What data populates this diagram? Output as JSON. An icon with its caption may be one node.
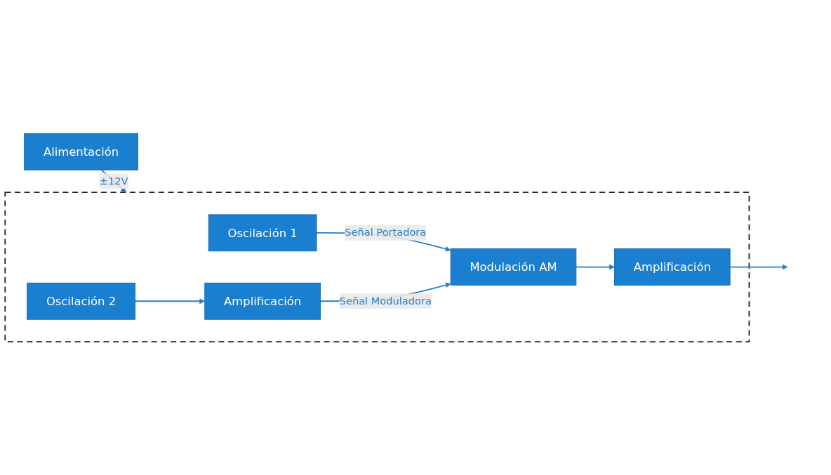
{
  "diagram": {
    "nodes": [
      {
        "text": [],
        "shape": "box"
      },
      {
        "text": [
          "Oscilación 1"
        ],
        "in": 0
      },
      {
        "text": [
          "Modulación AM"
        ],
        "in": 0
      },
      {
        "text": [
          "Amplificación"
        ],
        "in": 0
      },
      {
        "text": [
          "Oscilación 2"
        ],
        "in": 0
      },
      {
        "text": [
          "Amplificación"
        ],
        "in": 0
      },
      {
        "text": [
          "Alimentación"
        ]
      }
    ],
    "edges": [
      {
        "from": 1,
        "to": 2,
        "arrow": "to",
        "label": "Señal Portadora"
      },
      {
        "from": 2,
        "to": 3,
        "arrow": "to"
      },
      {
        "from": 3,
        "to": null,
        "arrow": "to"
      },
      {
        "from": 4,
        "to": 5,
        "arrow": "to"
      },
      {
        "from": 5,
        "to": 2,
        "arrow": "to",
        "label": "Señal Moduladora"
      },
      {
        "from": 6,
        "to": 0,
        "arrow": "to",
        "label": "±12V"
      }
    ]
  }
}
